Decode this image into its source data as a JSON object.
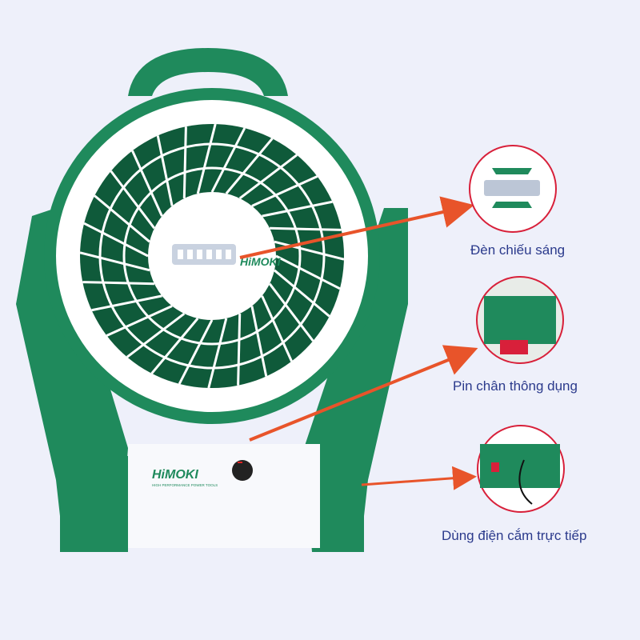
{
  "brand": {
    "logo": "HiMOKI",
    "tagline": "HIGH PERFORMANCE POWER TOOLS"
  },
  "callouts": [
    {
      "label": "Đèn chiếu sáng"
    },
    {
      "label": "Pin chân thông dụng"
    },
    {
      "label": "Dùng điện cắm trực tiếp"
    }
  ],
  "colors": {
    "body_green": "#1f8a5c",
    "dark_green": "#0f5a3a",
    "white": "#ffffff",
    "arrow": "#e8542a",
    "callout_ring": "#d8203a",
    "label": "#2b3a8c"
  }
}
